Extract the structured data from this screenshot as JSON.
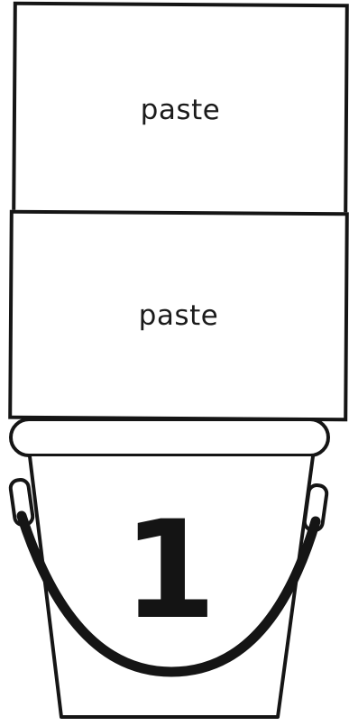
{
  "boxes": [
    {
      "label": "paste"
    },
    {
      "label": "paste"
    }
  ],
  "bucket": {
    "number": "1",
    "icon": "bucket-icon"
  },
  "colors": {
    "ink": "#151515",
    "paper": "#ffffff"
  }
}
